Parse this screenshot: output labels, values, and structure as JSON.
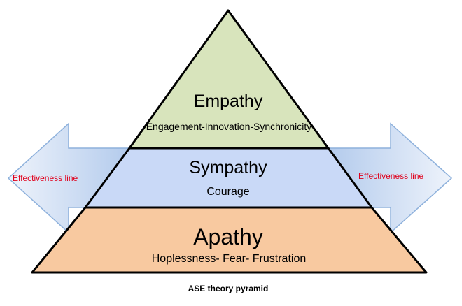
{
  "colors": {
    "top_level_fill": "#d8e4bc",
    "middle_level_fill": "#c9d9f7",
    "bottom_level_fill": "#f8c9a0",
    "arrow_fill_start": "#a9c4ea",
    "arrow_fill_end": "#eef3fb",
    "arrow_stroke": "#8eb1dc",
    "outline": "#000000",
    "effectiveness_text": "#e0001b"
  },
  "pyramid": {
    "levels": [
      {
        "title": "Empathy",
        "subtitle": "Engagement-Innovation-Synchronicity"
      },
      {
        "title": "Sympathy",
        "subtitle": "Courage"
      },
      {
        "title": "Apathy",
        "subtitle": "Hoplessness- Fear- Frustration"
      }
    ]
  },
  "arrows": {
    "left_label": "Effectiveness line",
    "right_label": "Effectiveness line"
  },
  "caption": "ASE theory pyramid"
}
